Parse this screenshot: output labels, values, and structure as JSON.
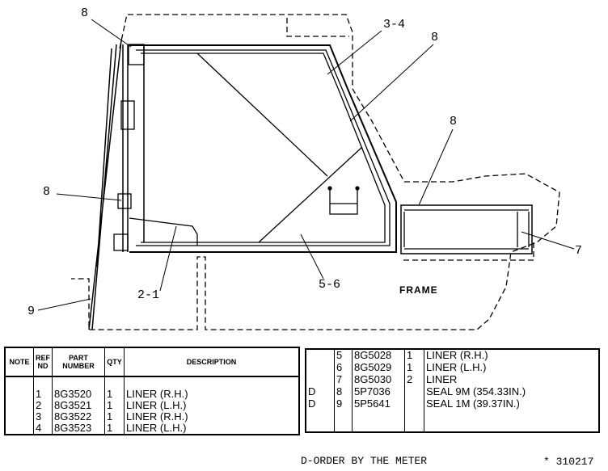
{
  "callouts": {
    "c8_top_left": "8",
    "c3_4": "3-4",
    "c8_top_right": "8",
    "c8_right": "8",
    "c8_left": "8",
    "c7": "7",
    "c2_1": "2-1",
    "c5_6": "5-6",
    "frame": "FRAME",
    "c9": "9"
  },
  "table_left": {
    "headers": [
      "NOTE",
      "REF ND",
      "PART NUMBER",
      "QTY",
      "DESCRIPTION"
    ],
    "rows": [
      {
        "note": "",
        "ref": "1",
        "part": "8G3520",
        "qty": "1",
        "desc": "LINER  (R.H.)"
      },
      {
        "note": "",
        "ref": "2",
        "part": "8G3521",
        "qty": "1",
        "desc": "LINER  (L.H.)"
      },
      {
        "note": "",
        "ref": "3",
        "part": "8G3522",
        "qty": "1",
        "desc": "LINER  (R.H.)"
      },
      {
        "note": "",
        "ref": "4",
        "part": "8G3523",
        "qty": "1",
        "desc": "LINER  (L.H.)"
      }
    ]
  },
  "table_right": {
    "rows": [
      {
        "note": "",
        "ref": "5",
        "part": "8G5028",
        "qty": "1",
        "desc": "LINER  (R.H.)"
      },
      {
        "note": "",
        "ref": "6",
        "part": "8G5029",
        "qty": "1",
        "desc": "LINER  (L.H.)"
      },
      {
        "note": "",
        "ref": "7",
        "part": "8G5030",
        "qty": "2",
        "desc": "LINER"
      },
      {
        "note": "D",
        "ref": "8",
        "part": "5P7036",
        "qty": "",
        "desc": "SEAL  9M  (354.33IN.)"
      },
      {
        "note": "D",
        "ref": "9",
        "part": "5P5641",
        "qty": "",
        "desc": "SEAL  1M  (39.37IN.)"
      }
    ]
  },
  "footer": {
    "note": "D-ORDER BY THE METER",
    "illustration_number": "* 310217"
  }
}
